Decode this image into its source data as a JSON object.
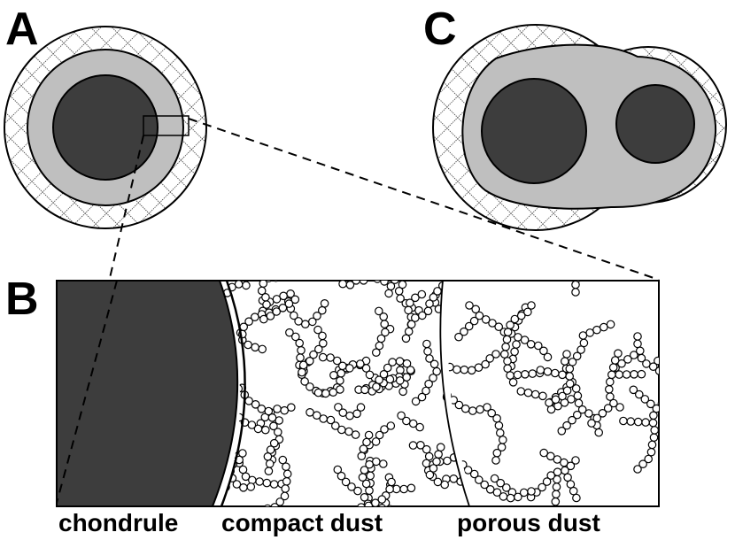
{
  "panels": {
    "a": {
      "letter": "A"
    },
    "b": {
      "letter": "B"
    },
    "c": {
      "letter": "C"
    }
  },
  "regions": {
    "chondrule": "chondrule",
    "compact_dust": "compact dust",
    "porous_dust": "porous dust"
  },
  "colors": {
    "chondrule": "#3d3d3d",
    "dust_rim": "#bfbfbf",
    "outline": "#000000",
    "background": "#ffffff"
  }
}
